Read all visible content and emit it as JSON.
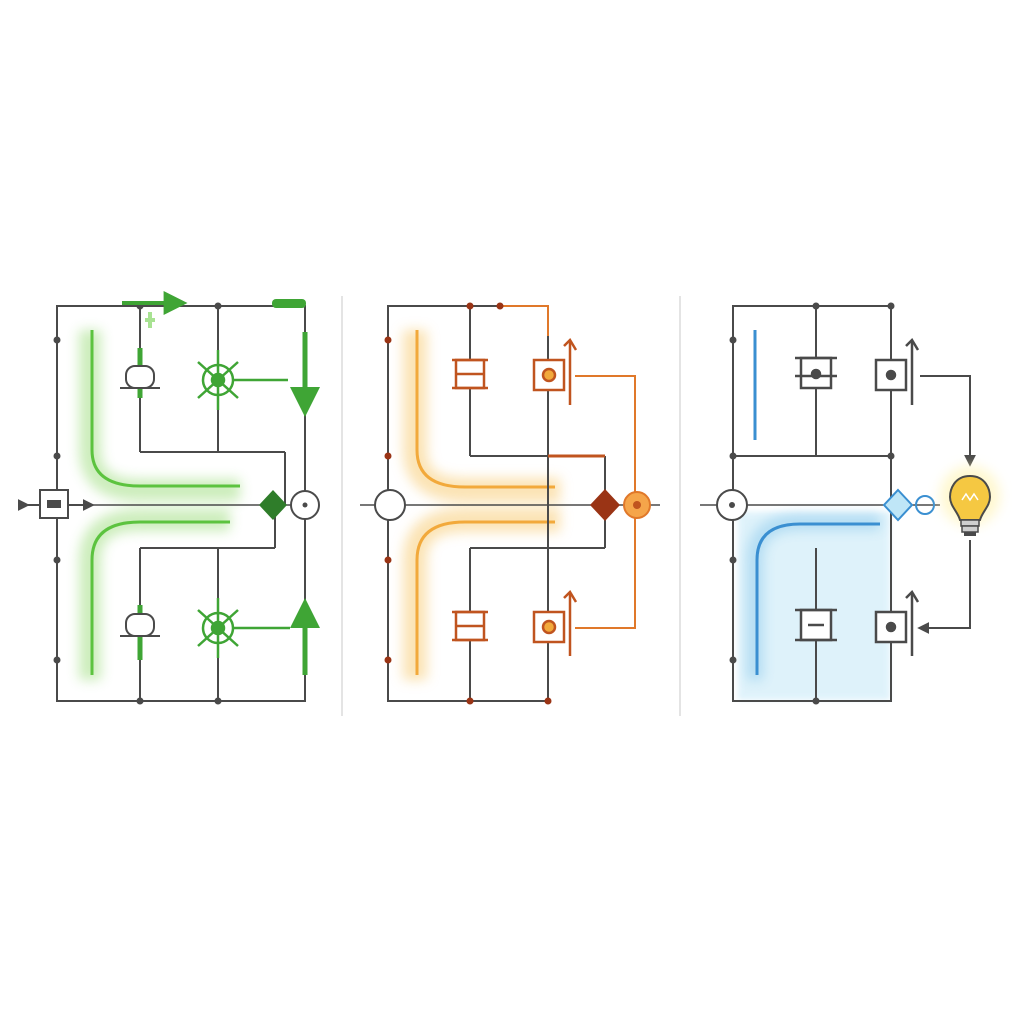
{
  "panels": [
    {
      "id": "left",
      "accent": "#3fa535",
      "accent_dark": "#2f7d2a",
      "glow": "#8fd86b",
      "component_icons": [
        "chip-icon",
        "relay-icon",
        "gear-sensor-icon"
      ],
      "output_icon": "node-circle-icon"
    },
    {
      "id": "middle",
      "accent": "#e0782a",
      "accent_dark": "#9a3415",
      "glow": "#f7c86b",
      "component_icons": [
        "relay-icon",
        "motor-icon"
      ],
      "output_icon": "orange-node-icon"
    },
    {
      "id": "right",
      "accent": "#3a8fd1",
      "accent_dark": "#2b6fa8",
      "glow": "#bfe6f7",
      "component_icons": [
        "relay-icon",
        "motor-icon",
        "sensor-diamond-icon"
      ],
      "output_icon": "light-bulb-icon"
    }
  ],
  "colors": {
    "wire": "#4a4a4a",
    "divider": "#dcdcdc",
    "bulb": "#f5c842"
  }
}
